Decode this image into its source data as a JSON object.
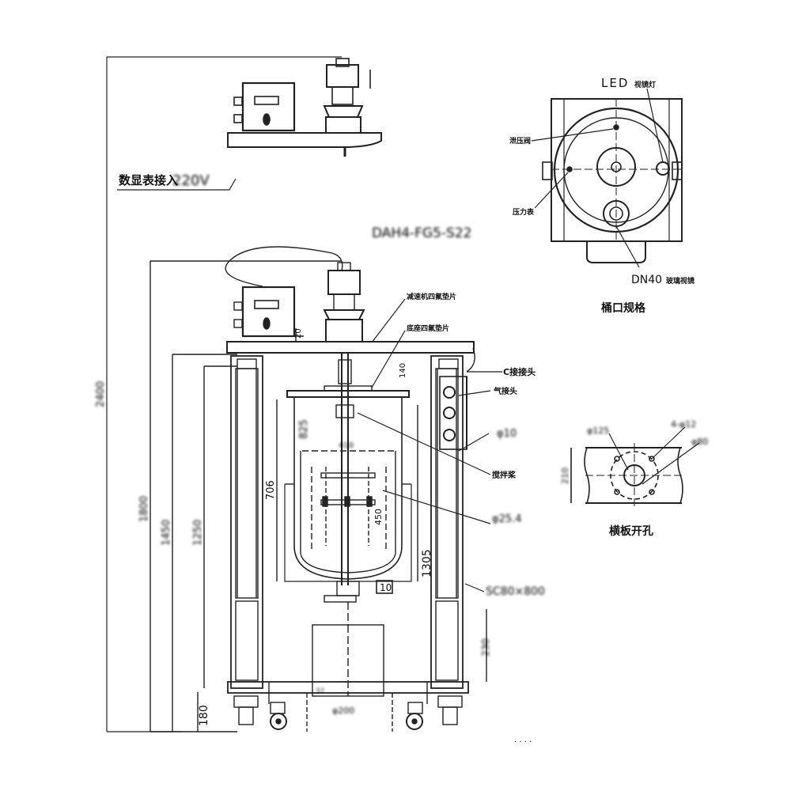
{
  "top_view": {
    "display_label": "数显表接入",
    "voltage_label": "220V"
  },
  "main_view": {
    "motor_model": "DAH4-FG5-S22",
    "reducer_gasket": "减速机四氟垫片",
    "base_gasket": "底座四氟垫片",
    "c_connector": "C接接头",
    "air_outlet": "气接头",
    "diameter_10": "φ10",
    "stirring_paddle": "搅拌桨",
    "diameter_25": "φ25.4",
    "support_model": "SC80×800",
    "dim_20": "20",
    "dim_140": "140",
    "dim_825": "825",
    "dim_706": "706",
    "dim_410": "410",
    "dim_450": "450",
    "dim_1305": "1305",
    "dim_10": "10",
    "dim_180": "180",
    "dim_1800": "1800",
    "dim_2400": "2400",
    "dim_1450": "1450",
    "dim_1250": "1250",
    "dim_230": "230",
    "dim_200": "φ200",
    "dim_57": "57"
  },
  "mouth_view": {
    "led_label": "LED",
    "led_sub": "视镜灯",
    "vent_valve": "泄压阀",
    "pressure_gauge": "压力表",
    "dn40_label": "DN40",
    "dn40_sub": "玻璃视镜",
    "title": "桶口规格"
  },
  "plate_view": {
    "dim_phi125": "φ125",
    "dim_hole": "4-φ12",
    "dim_phi80": "φ80",
    "dim_side": "210",
    "title": "横板开孔"
  },
  "footer": {
    "dots": ". . . ."
  }
}
